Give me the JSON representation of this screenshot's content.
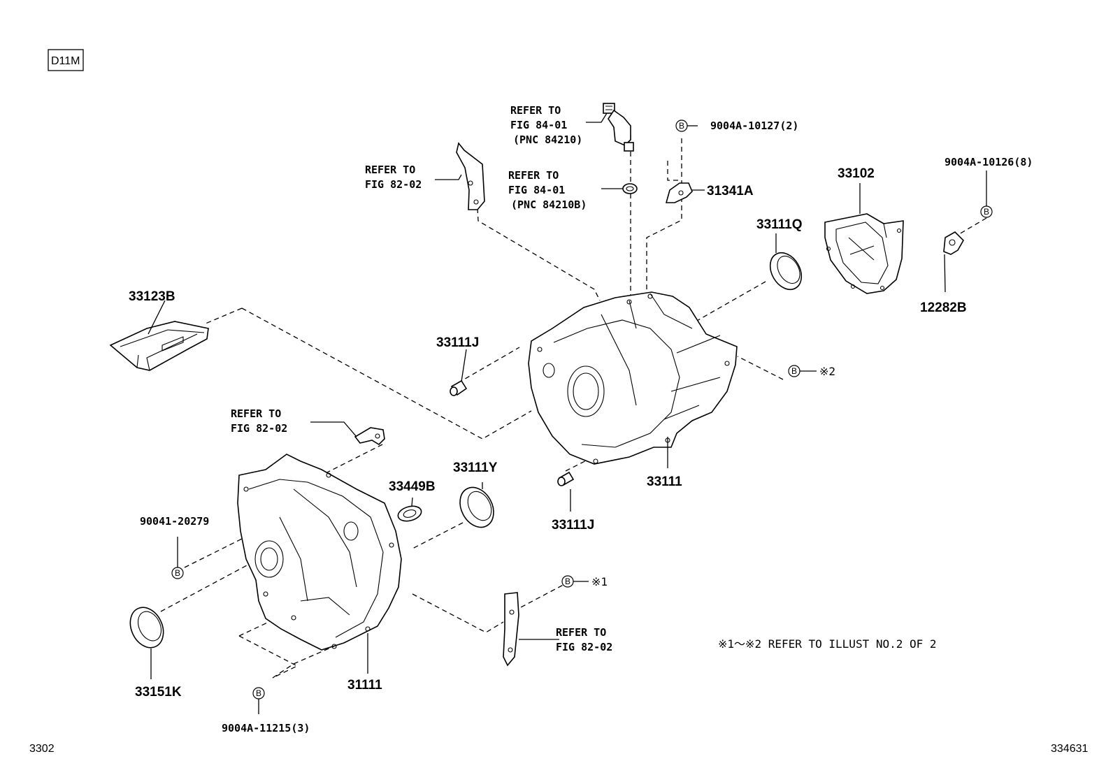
{
  "model_code": "D11M",
  "footer": {
    "left": "3302",
    "right": "334631"
  },
  "bolt_marker": "B",
  "notes": {
    "range": "※1〜※2  REFER TO ILLUST NO.2 OF 2",
    "mark1": "※1",
    "mark2": "※2"
  },
  "refs": {
    "fig8401_top": [
      "REFER TO",
      "FIG 84-01",
      "(PNC 84210)"
    ],
    "fig8401_mid": [
      "REFER TO",
      "FIG 84-01",
      "(PNC 84210B)"
    ],
    "fig8202_top": [
      "REFER TO",
      "FIG 82-02"
    ],
    "fig8202_left": [
      "REFER TO",
      "FIG 82-02"
    ],
    "fig8202_bottom": [
      "REFER TO",
      "FIG 82-02"
    ]
  },
  "parts": {
    "p9004A_10127": "9004A-10127(2)",
    "p31341A": "31341A",
    "p33102": "33102",
    "p9004A_10126": "9004A-10126(8)",
    "p33111Q": "33111Q",
    "p12282B": "12282B",
    "p33123B": "33123B",
    "p33111J_a": "33111J",
    "p33111J_b": "33111J",
    "p33111": "33111",
    "p33111Y": "33111Y",
    "p33449B": "33449B",
    "p90041_20279": "90041-20279",
    "p33151K": "33151K",
    "p31111": "31111",
    "p9004A_11215": "9004A-11215(3)"
  }
}
